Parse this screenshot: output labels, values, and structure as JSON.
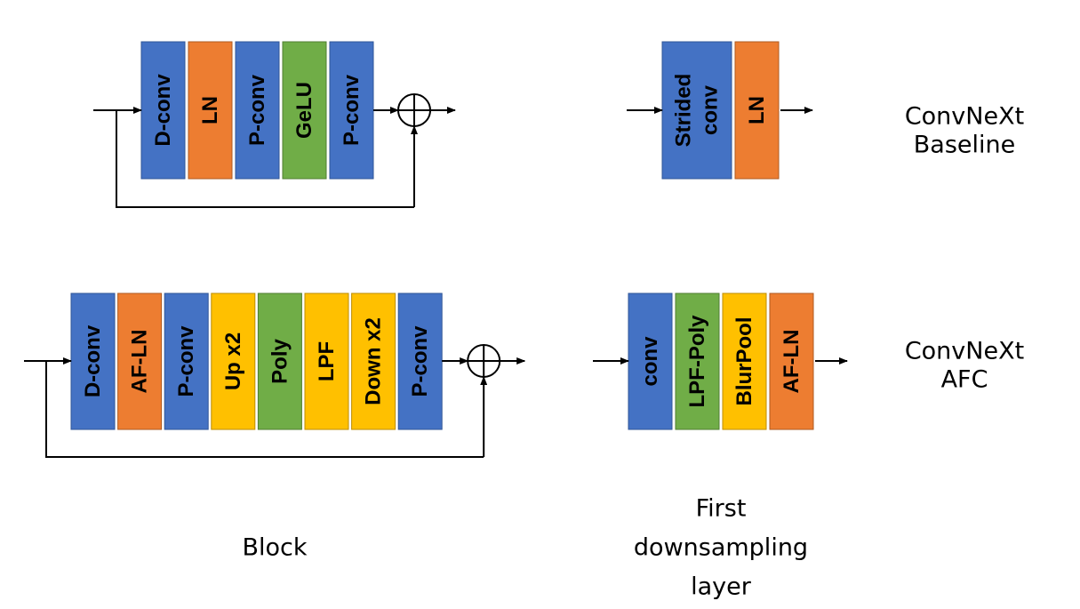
{
  "colors": {
    "blue": "#4472C4",
    "blue_border": "#2F5597",
    "orange": "#ED7D31",
    "orange_border": "#AE5A21",
    "green": "#70AD47",
    "green_border": "#507E32",
    "yellow": "#FFC000",
    "yellow_border": "#BC8C00",
    "line": "#000000"
  },
  "rows": [
    {
      "name": "baseline",
      "label": [
        "ConvNeXt",
        "Baseline"
      ],
      "block": {
        "layers": [
          {
            "text": [
              "D-conv"
            ],
            "color": "blue"
          },
          {
            "text": [
              "LN"
            ],
            "color": "orange"
          },
          {
            "text": [
              "P-conv"
            ],
            "color": "blue"
          },
          {
            "text": [
              "GeLU"
            ],
            "color": "green"
          },
          {
            "text": [
              "P-conv"
            ],
            "color": "blue"
          }
        ],
        "has_residual": true
      },
      "downsampling": {
        "layers": [
          {
            "text": [
              "Strided",
              "conv"
            ],
            "color": "blue",
            "wide": true
          },
          {
            "text": [
              "LN"
            ],
            "color": "orange"
          }
        ]
      }
    },
    {
      "name": "afc",
      "label": [
        "ConvNeXt",
        "AFC"
      ],
      "block": {
        "layers": [
          {
            "text": [
              "D-conv"
            ],
            "color": "blue"
          },
          {
            "text": [
              "AF-LN"
            ],
            "color": "orange"
          },
          {
            "text": [
              "P-conv"
            ],
            "color": "blue"
          },
          {
            "text": [
              "Up x2"
            ],
            "color": "yellow"
          },
          {
            "text": [
              "Poly"
            ],
            "color": "green"
          },
          {
            "text": [
              "LPF"
            ],
            "color": "yellow"
          },
          {
            "text": [
              "Down x2"
            ],
            "color": "yellow"
          },
          {
            "text": [
              "P-conv"
            ],
            "color": "blue"
          }
        ],
        "has_residual": true
      },
      "downsampling": {
        "layers": [
          {
            "text": [
              "conv"
            ],
            "color": "blue"
          },
          {
            "text": [
              "LPF-Poly"
            ],
            "color": "green"
          },
          {
            "text": [
              "BlurPool"
            ],
            "color": "yellow"
          },
          {
            "text": [
              "AF-LN"
            ],
            "color": "orange"
          }
        ]
      }
    }
  ],
  "captions": {
    "block": [
      "Block"
    ],
    "downsampling": [
      "First",
      "downsampling",
      "layer"
    ]
  }
}
